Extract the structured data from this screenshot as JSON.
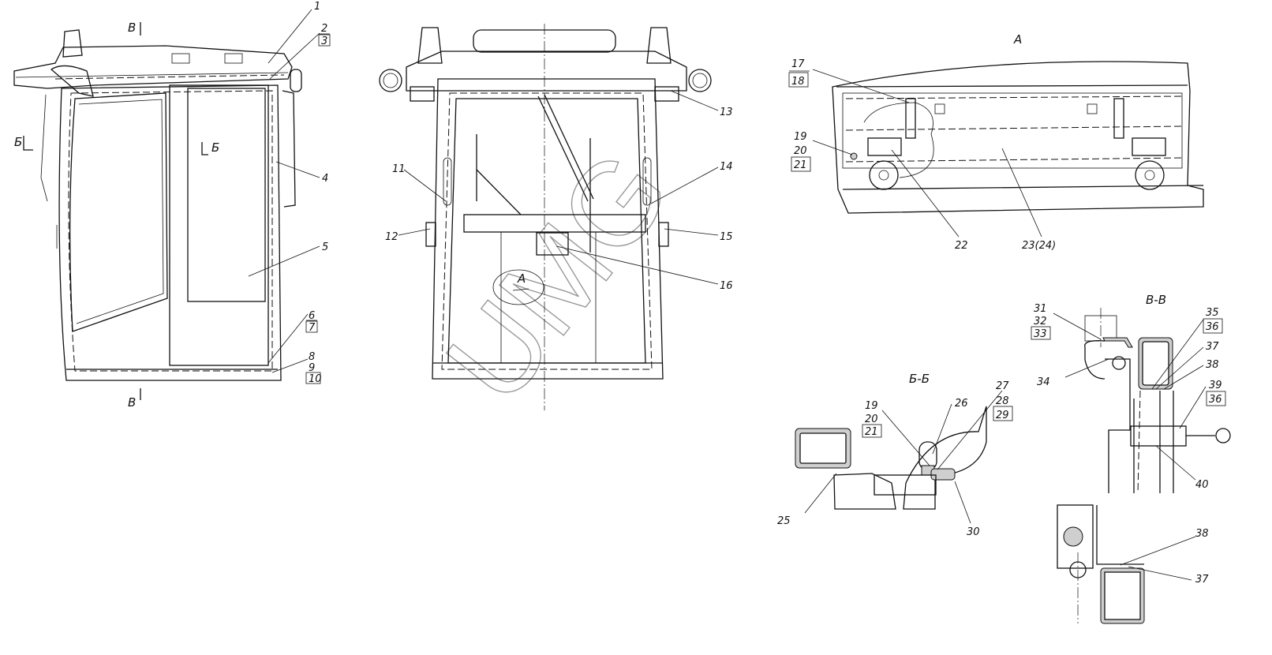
{
  "side_view": {
    "labels": [
      "1",
      "2",
      "3",
      "4",
      "5",
      "6",
      "7",
      "8",
      "9",
      "10"
    ],
    "section_marks": {
      "v_top": "В",
      "v_bottom": "В",
      "b_left": "Б",
      "b_right": "Б"
    }
  },
  "front_view": {
    "labels": [
      "11",
      "12",
      "13",
      "14",
      "15",
      "16"
    ],
    "view_mark": "А"
  },
  "detail_a": {
    "title": "А",
    "labels": [
      "17",
      "18",
      "19",
      "20",
      "21",
      "22",
      "23(24)"
    ]
  },
  "section_bb": {
    "title": "Б-Б",
    "labels": [
      "19",
      "20",
      "21",
      "26",
      "27",
      "28",
      "29",
      "25",
      "30"
    ]
  },
  "section_vv": {
    "title": "В-В",
    "labels": [
      "31",
      "32",
      "33",
      "34",
      "35",
      "36",
      "37",
      "38",
      "39",
      "36",
      "40",
      "38",
      "37"
    ]
  },
  "watermark": "UMG"
}
